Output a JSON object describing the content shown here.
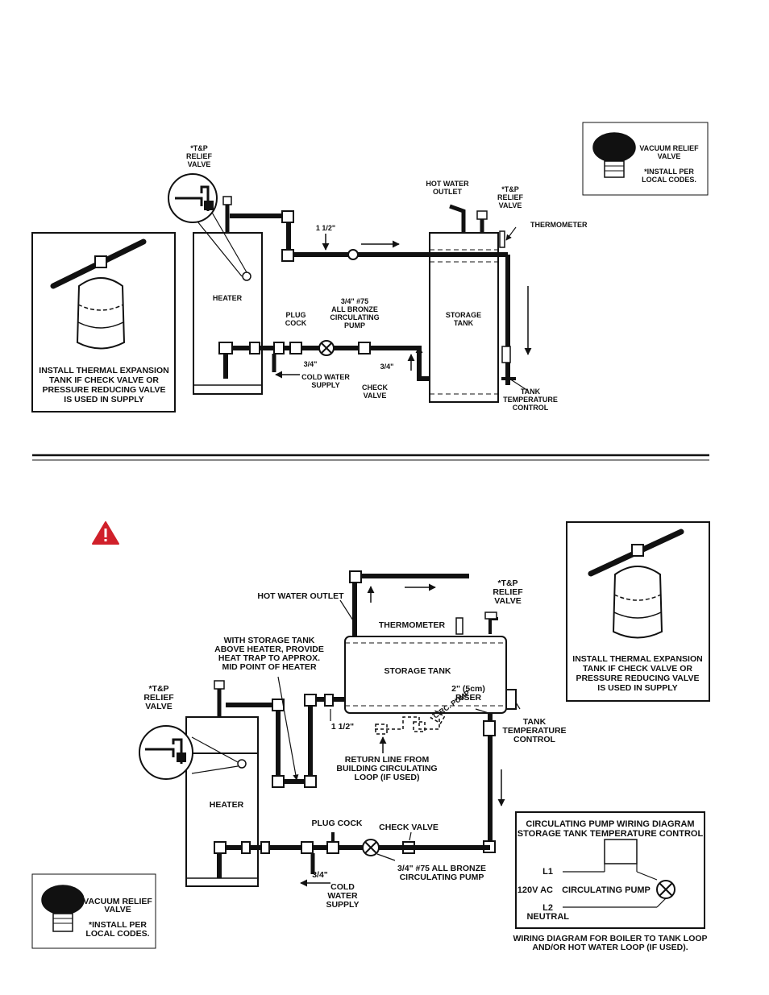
{
  "top_diagram": {
    "tp_relief_valve": [
      "*T&P",
      "RELIEF",
      "VALVE"
    ],
    "vacuum_box": {
      "title": [
        "VACUUM RELIEF",
        "VALVE"
      ],
      "note": [
        "*INSTALL PER",
        "LOCAL CODES."
      ]
    },
    "hot_water_outlet": [
      "HOT WATER",
      "OUTLET"
    ],
    "tp_relief_valve_tank": [
      "*T&P",
      "RELIEF",
      "VALVE"
    ],
    "thermometer": "THERMOMETER",
    "pipe_size_main": "1 1/2\"",
    "heater": "HEATER",
    "storage_tank": [
      "STORAGE",
      "TANK"
    ],
    "pump": [
      "3/4\" #75",
      "ALL BRONZE",
      "CIRCULATING",
      "PUMP"
    ],
    "plug_cock": [
      "PLUG",
      "COCK"
    ],
    "pipe_34_a": "3/4\"",
    "pipe_34_b": "3/4\"",
    "cold_water_supply": [
      "COLD WATER",
      "SUPPLY"
    ],
    "check_valve": [
      "CHECK",
      "VALVE"
    ],
    "tank_temp_control": [
      "TANK",
      "TEMPERATURE",
      "CONTROL"
    ],
    "expansion_box": [
      "INSTALL THERMAL EXPANSION",
      "TANK IF CHECK VALVE OR",
      "PRESSURE REDUCING VALVE",
      "IS USED IN SUPPLY"
    ]
  },
  "bottom_diagram": {
    "hot_water_outlet": "HOT WATER OUTLET",
    "tp_relief_valve_tank": [
      "*T&P",
      "RELIEF",
      "VALVE"
    ],
    "thermometer": "THERMOMETER",
    "heat_trap_note": [
      "WITH STORAGE TANK",
      "ABOVE HEATER, PROVIDE",
      "HEAT TRAP TO APPROX.",
      "MID POINT OF HEATER"
    ],
    "storage_tank": "STORAGE TANK",
    "riser": [
      "2\" (5cm)",
      "RISER"
    ],
    "tp_relief_valve_heater": [
      "*T&P",
      "RELIEF",
      "VALVE"
    ],
    "pipe_size_main": "1 1/2\"",
    "pump_label_small": "CIRC. PUMP",
    "tank_temp_control": [
      "TANK",
      "TEMPERATURE",
      "CONTROL"
    ],
    "return_line": [
      "RETURN LINE FROM",
      "BUILDING CIRCULATING",
      "LOOP (IF USED)"
    ],
    "heater": "HEATER",
    "plug_cock": "PLUG COCK",
    "check_valve": "CHECK VALVE",
    "pipe_34": "3/4\"",
    "cold_water_supply": [
      "COLD",
      "WATER",
      "SUPPLY"
    ],
    "pump": [
      "3/4\" #75 ALL BRONZE",
      "CIRCULATING PUMP"
    ],
    "expansion_box": [
      "INSTALL THERMAL EXPANSION",
      "TANK IF CHECK VALVE OR",
      "PRESSURE REDUCING VALVE",
      "IS USED IN SUPPLY"
    ],
    "vacuum_box": {
      "title": [
        "VACUUM RELIEF",
        "VALVE"
      ],
      "note": [
        "*INSTALL PER",
        "LOCAL CODES."
      ]
    },
    "wiring": {
      "title": [
        "CIRCULATING PUMP WIRING DIAGRAM",
        "STORAGE TANK TEMPERATURE CONTROL"
      ],
      "l1": "L1",
      "voltage": "120V AC",
      "pump": "CIRCULATING PUMP",
      "l2": "L2",
      "neutral": "NEUTRAL"
    },
    "wiring_caption": [
      "WIRING DIAGRAM FOR BOILER TO TANK LOOP",
      "AND/OR HOT WATER LOOP (IF USED)."
    ]
  },
  "colors": {
    "ink": "#111111",
    "warning": "#d0202a",
    "paper": "#ffffff"
  }
}
